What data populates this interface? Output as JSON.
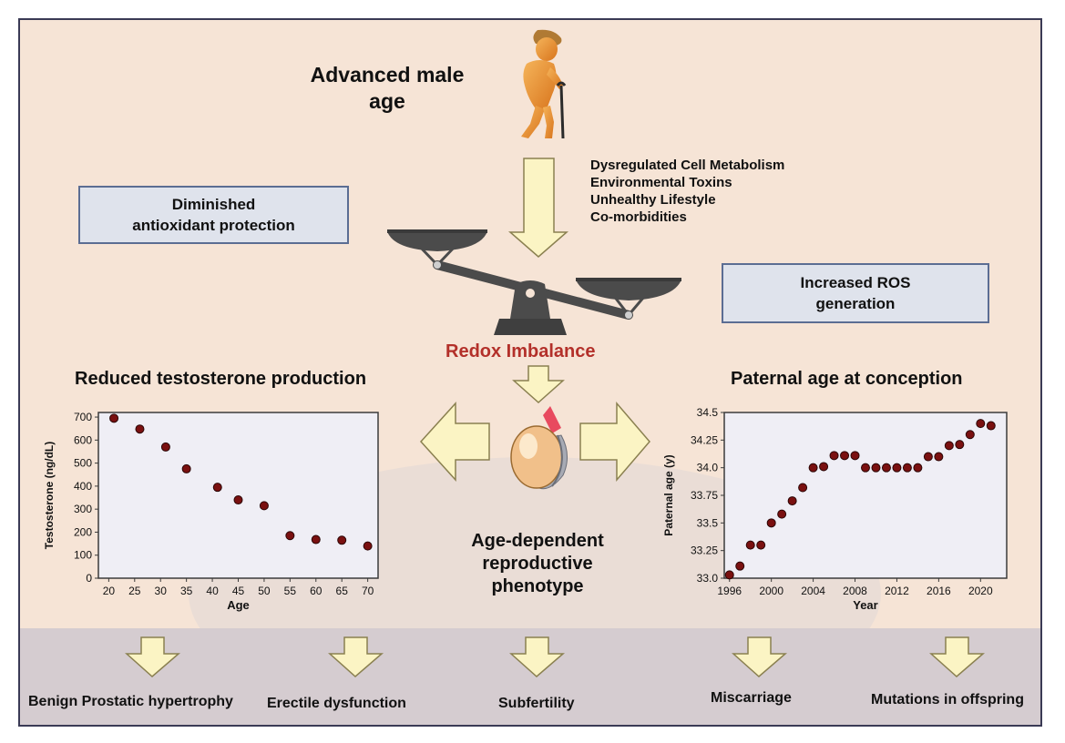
{
  "header": {
    "title_line1": "Advanced male",
    "title_line2": "age"
  },
  "factors": [
    "Dysregulated Cell Metabolism",
    "Environmental Toxins",
    "Unhealthy Lifestyle",
    "Co-morbidities"
  ],
  "boxes": {
    "left_line1": "Diminished",
    "left_line2": "antioxidant protection",
    "right_line1": "Increased ROS",
    "right_line2": "generation"
  },
  "redox_label": "Redox Imbalance",
  "phenotype": {
    "line1": "Age-dependent",
    "line2": "reproductive",
    "line3": "phenotype"
  },
  "outcomes": [
    "Benign Prostatic hypertrophy",
    "Erectile dysfunction",
    "Subfertility",
    "Miscarriage",
    "Mutations in offspring"
  ],
  "colors": {
    "background": "#f6e4d6",
    "border": "#3a3a55",
    "box_fill": "#dfe3ec",
    "box_border": "#5b6d93",
    "arrow_fill": "#fbf4c4",
    "arrow_stroke": "#8a8050",
    "redox": "#b3302a",
    "marker": "#7a1010",
    "plot_bg": "#efeef5",
    "bottom_band": "#d5ccd0"
  },
  "icons": [
    "elderly-man-icon",
    "balance-scale-icon",
    "testis-icon"
  ],
  "chart_data": [
    {
      "type": "scatter",
      "title": "Reduced testosterone production",
      "xlabel": "Age",
      "ylabel": "Testosterone (ng/dL)",
      "xlim": [
        18,
        72
      ],
      "ylim": [
        0,
        720
      ],
      "xticks": [
        "20",
        "25",
        "30",
        "35",
        "40",
        "45",
        "50",
        "55",
        "60",
        "65",
        "70"
      ],
      "yticks": [
        "0",
        "100",
        "200",
        "300",
        "400",
        "500",
        "600",
        "700"
      ],
      "x": [
        21,
        26,
        31,
        35,
        41,
        45,
        50,
        55,
        60,
        65,
        70
      ],
      "y": [
        695,
        648,
        570,
        475,
        395,
        340,
        315,
        185,
        168,
        165,
        140
      ]
    },
    {
      "type": "scatter",
      "title": "Paternal age at conception",
      "xlabel": "Year",
      "ylabel": "Paternal age (y)",
      "xlim": [
        1995.5,
        2022.5
      ],
      "ylim": [
        33.0,
        34.5
      ],
      "xticks": [
        "1996",
        "2000",
        "2004",
        "2008",
        "2012",
        "2016",
        "2020"
      ],
      "yticks": [
        "33.0",
        "33.25",
        "33.5",
        "33.75",
        "34.0",
        "34.25",
        "34.5"
      ],
      "x": [
        1996,
        1997,
        1998,
        1999,
        2000,
        2001,
        2002,
        2003,
        2004,
        2005,
        2006,
        2007,
        2008,
        2009,
        2010,
        2011,
        2012,
        2013,
        2014,
        2015,
        2016,
        2017,
        2018,
        2019,
        2020,
        2021
      ],
      "y": [
        33.03,
        33.11,
        33.3,
        33.3,
        33.5,
        33.58,
        33.7,
        33.82,
        34.0,
        34.01,
        34.11,
        34.11,
        34.11,
        34.0,
        34.0,
        34.0,
        34.0,
        34.0,
        34.0,
        34.1,
        34.1,
        34.2,
        34.21,
        34.3,
        34.4,
        34.38
      ]
    }
  ]
}
